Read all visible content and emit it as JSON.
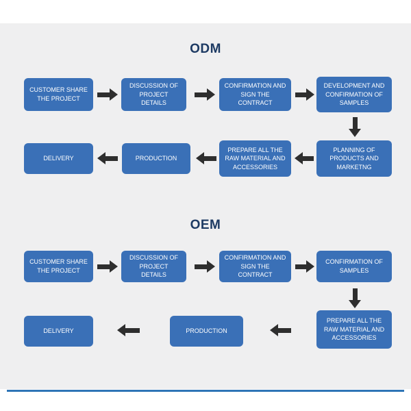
{
  "odm": {
    "title": "ODM",
    "row1": [
      "CUSTOMER SHARE THE PROJECT",
      "DISCUSSION OF PROJECT DETAILS",
      "CONFIRMATION AND SIGN THE CONTRACT",
      "DEVELOPMENT AND CONFIRMATION OF SAMPLES"
    ],
    "row2": [
      "DELIVERY",
      "PRODUCTION",
      "PREPARE ALL THE RAW MATERIAL AND ACCESSORIES",
      "PLANNING OF PRODUCTS AND MARKETNG"
    ]
  },
  "oem": {
    "title": "OEM",
    "row1": [
      "CUSTOMER SHARE THE PROJECT",
      "DISCUSSION OF PROJECT DETAILS",
      "CONFIRMATION AND SIGN THE CONTRACT",
      "CONFIRMATION OF SAMPLES"
    ],
    "row2": [
      "DELIVERY",
      "PRODUCTION",
      "PREPARE ALL THE RAW MATERIAL AND ACCESSORIES"
    ]
  },
  "colors": {
    "box_blue": "#3a70b7",
    "title_navy": "#1d3a63",
    "arrow_dark": "#2e2e2e",
    "panel_gray": "#efeff0",
    "underline_blue": "#2e75b6"
  }
}
